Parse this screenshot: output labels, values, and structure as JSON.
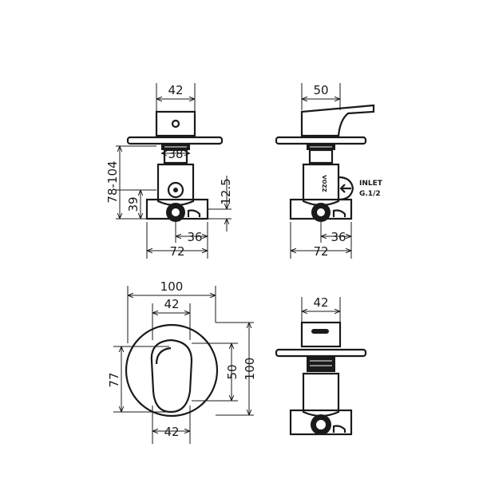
{
  "front_view": {
    "dim_top_width": "42",
    "dim_shaft": "38",
    "dim_depth_range": "78-104",
    "dim_inner_height": "39",
    "dim_half_height": "12.5",
    "dim_inner_width": "36",
    "dim_base_width": "72"
  },
  "side_view": {
    "dim_handle_width": "50",
    "brand_mark": "VOZZ",
    "inlet_label": "INLET",
    "inlet_thread": "G.1/2",
    "dim_inner_width": "36",
    "dim_base_width": "72"
  },
  "plate_view": {
    "dim_plate_width": "100",
    "dim_handle_width_top": "42",
    "dim_handle_height": "77",
    "dim_handle_length": "50",
    "dim_plate_height": "100",
    "dim_handle_width_bottom": "42"
  },
  "third_view": {
    "dim_top_width": "42"
  }
}
